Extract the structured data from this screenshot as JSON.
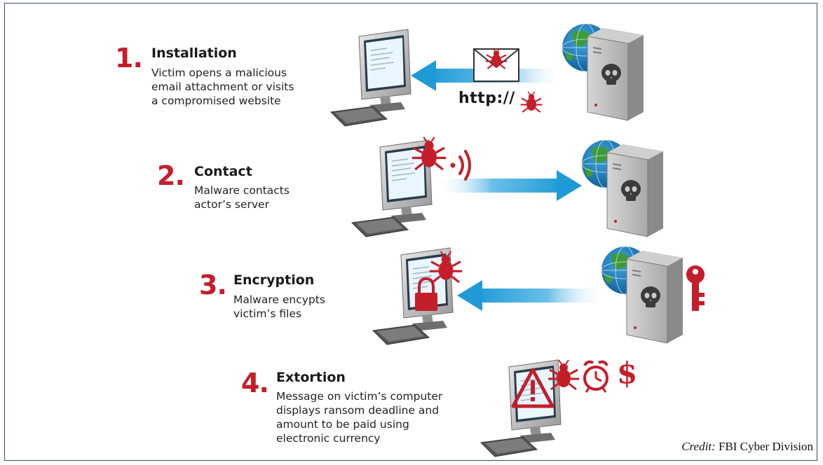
{
  "steps": [
    {
      "number": "1.",
      "title": "Installation",
      "desc": [
        "Victim opens a malicious",
        "email attachment or visits",
        "a compromised website"
      ]
    },
    {
      "number": "2.",
      "title": "Contact",
      "desc": [
        "Malware contacts",
        "actor’s server"
      ]
    },
    {
      "number": "3.",
      "title": "Encryption",
      "desc": [
        "Malware encypts",
        "victim’s files"
      ]
    },
    {
      "number": "4.",
      "title": "Extortion",
      "desc": [
        "Message on victim’s computer",
        "displays ransom deadline and",
        "amount to be paid using",
        "electronic currency"
      ]
    }
  ],
  "http_label": "http://",
  "dollar_symbol": "$",
  "credit": {
    "label": "Credit:",
    "text": "FBI Cyber Division"
  },
  "colors": {
    "accent_red": "#c41e2a",
    "arrow_blue": "#1f9ad6",
    "frame": "#34506e"
  },
  "icons": [
    "computer-icon",
    "server-icon",
    "globe-icon",
    "skull-icon",
    "bug-icon",
    "envelope-icon",
    "signal-icon",
    "lock-icon",
    "key-icon",
    "warning-icon",
    "alarm-clock-icon"
  ]
}
